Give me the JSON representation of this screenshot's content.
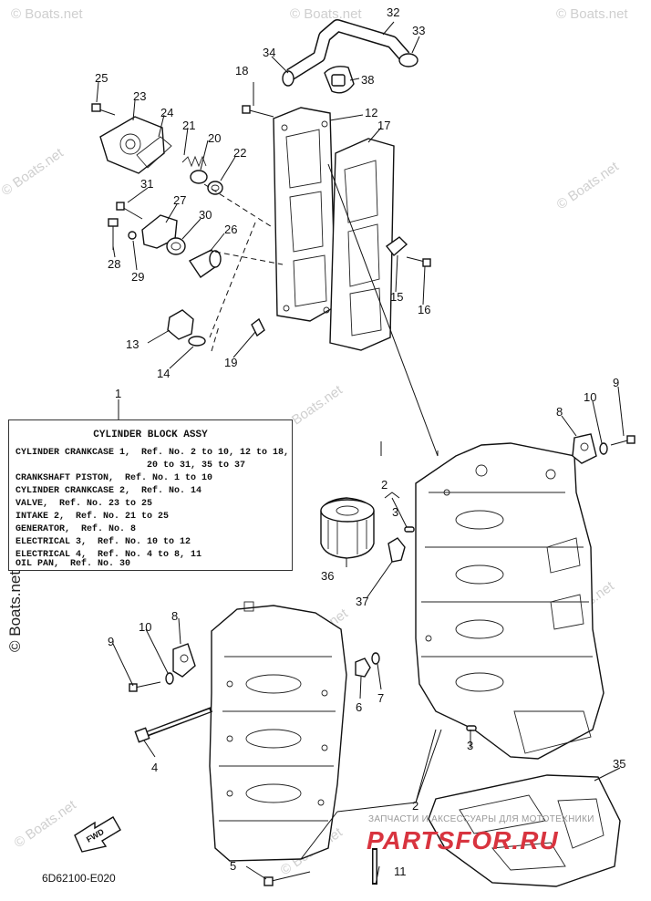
{
  "watermark": "© Boats.net",
  "diagram_code": "6D62100-E020",
  "shop": {
    "line1": "ЗАПЧАСТИ И АКСЕССУАРЫ ДЛЯ МОТОТЕХНИКИ",
    "line2": "PARTSFOR.RU"
  },
  "fwd_label": "FWD",
  "legend": {
    "title": "CYLINDER BLOCK ASSY",
    "rows": [
      "CYLINDER CRANKCASE 1,  Ref. No. 2 to 10, 12 to 18,",
      "                        20 to 31, 35 to 37",
      "CRANKSHAFT PISTON,  Ref. No. 1 to 10",
      "CYLINDER CRANKCASE 2,  Ref. No. 14",
      "VALVE,  Ref. No. 23 to 25",
      "INTAKE 2,  Ref. No. 21 to 25",
      "GENERATOR,  Ref. No. 8",
      "ELECTRICAL 3,  Ref. No. 10 to 12",
      "ELECTRICAL 4,  Ref. No. 4 to 8, 11",
      "OIL PAN,  Ref. No. 30"
    ]
  },
  "callouts": {
    "c1": "1",
    "c2a": "2",
    "c2b": "2",
    "c3a": "3",
    "c3b": "3",
    "c4": "4",
    "c5": "5",
    "c6": "6",
    "c7": "7",
    "c8a": "8",
    "c8b": "8",
    "c9a": "9",
    "c9b": "9",
    "c10a": "10",
    "c10b": "10",
    "c11": "11",
    "c12": "12",
    "c13": "13",
    "c14": "14",
    "c15": "15",
    "c16": "16",
    "c17": "17",
    "c18": "18",
    "c19": "19",
    "c20": "20",
    "c21": "21",
    "c22": "22",
    "c23": "23",
    "c24": "24",
    "c25": "25",
    "c26": "26",
    "c27": "27",
    "c28": "28",
    "c29": "29",
    "c30": "30",
    "c31": "31",
    "c32": "32",
    "c33": "33",
    "c34": "34",
    "c35": "35",
    "c36": "36",
    "c37": "37",
    "c38": "38"
  }
}
